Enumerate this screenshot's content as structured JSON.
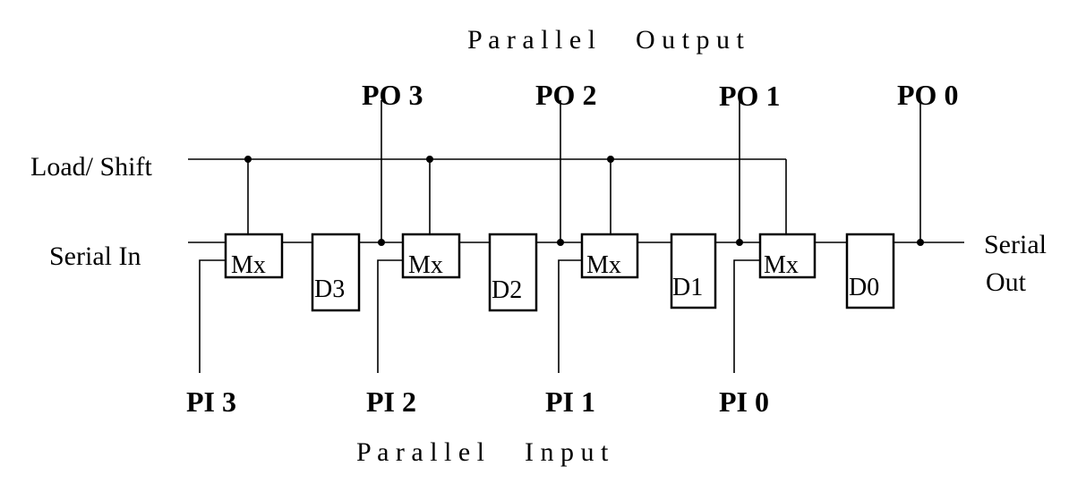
{
  "headings": {
    "parallel_output": "P a r a l l e l      O u t p u t",
    "parallel_input": "P a r a l l e l      I n p u t"
  },
  "signals": {
    "load_shift": "Load/ Shift",
    "serial_in": "Serial In",
    "serial_out_line1": "Serial",
    "serial_out_line2": "Out"
  },
  "parallel_outputs": [
    "PO 3",
    "PO 2",
    "PO 1",
    "PO 0"
  ],
  "parallel_inputs": [
    "PI 3",
    "PI 2",
    "PI 1",
    "PI 0"
  ],
  "muxes": [
    "Mx",
    "Mx",
    "Mx",
    "Mx"
  ],
  "flipflops": [
    "D3",
    "D2",
    "D1",
    "D0"
  ]
}
